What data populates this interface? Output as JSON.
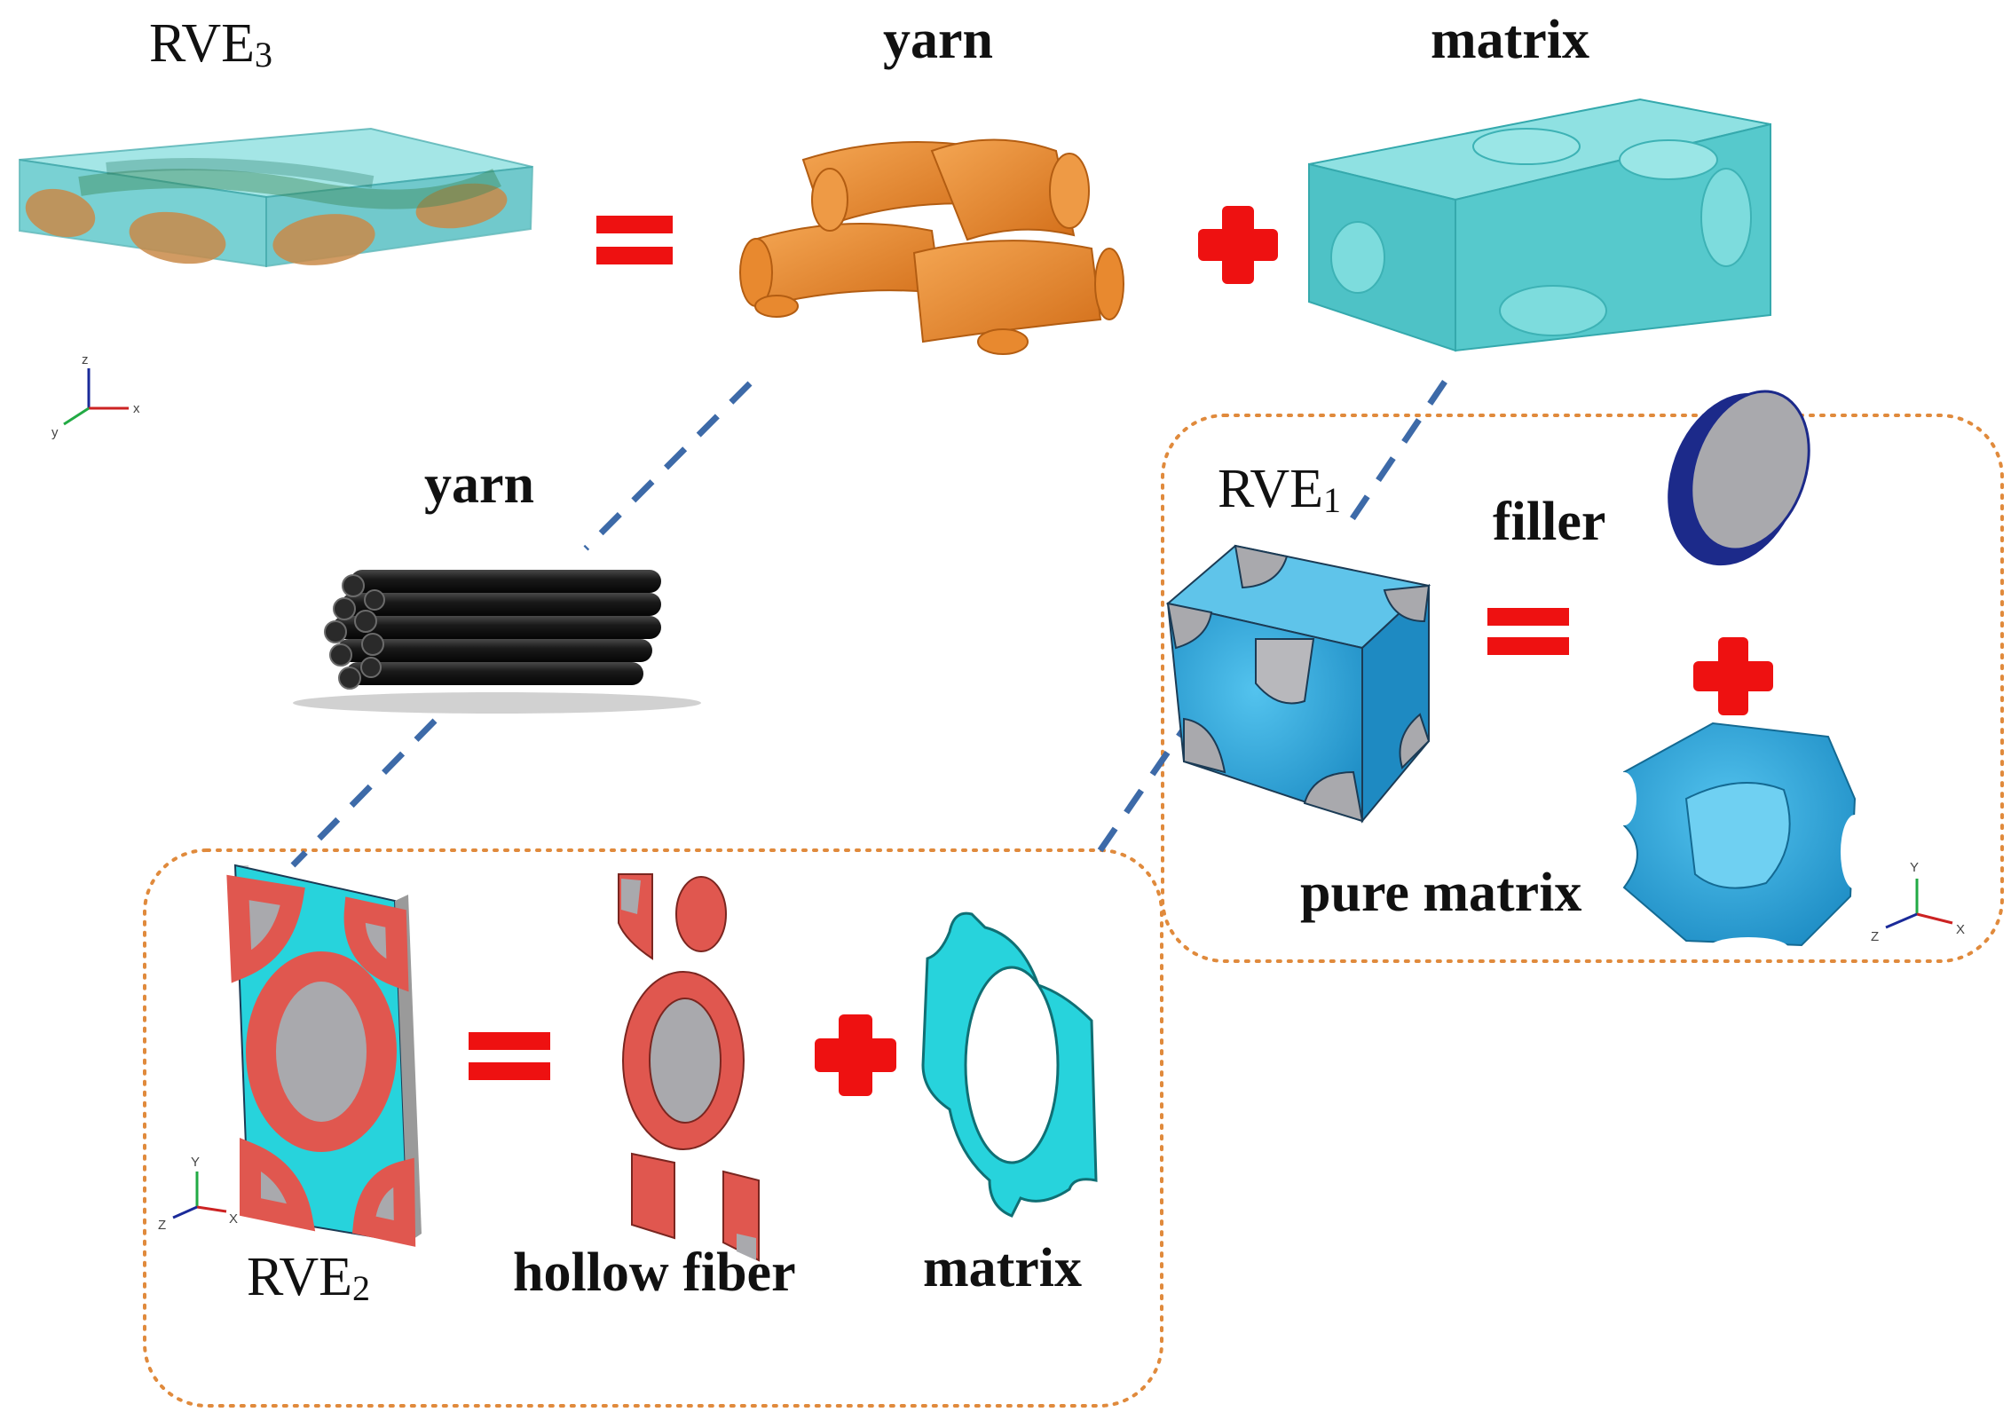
{
  "labels": {
    "rve3": {
      "base": "RVE",
      "sub": "3"
    },
    "yarn_top": "yarn",
    "matrix_top": "matrix",
    "yarn_mid": "yarn",
    "rve1": {
      "base": "RVE",
      "sub": "1"
    },
    "filler": "filler",
    "pure_matrix": "pure matrix",
    "rve2": {
      "base": "RVE",
      "sub": "2"
    },
    "hollow_fiber": "hollow fiber",
    "matrix_bottom": "matrix"
  },
  "axes": {
    "x": "x",
    "y": "y",
    "z": "z",
    "X": "X",
    "Y": "Y",
    "Z": "Z"
  },
  "colors": {
    "translucent_matrix": "#5fd0d2",
    "yarn_orange": "#e8892f",
    "fiber_black": "#1b1b1b",
    "rve1_blue": "#2aa6dc",
    "filler_navy": "#1c2a8a",
    "filler_face": "#a9a9ad",
    "hollow_fiber_red": "#e0574f",
    "rve2_matrix": "#27d3dc",
    "operator_red": "#ee1111",
    "dashed_link": "#3d6aa8",
    "dotted_box": "#e08a3c"
  }
}
